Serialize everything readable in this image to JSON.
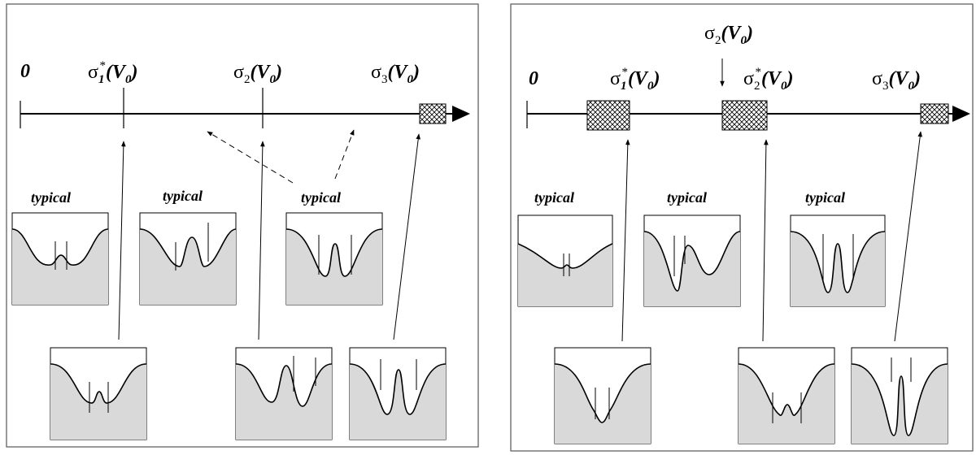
{
  "axis_labels": {
    "zero": "0",
    "sigma": "σ",
    "v0": "(V",
    "v0_sub": "0",
    "close": ")",
    "star": "*",
    "sub1": "1",
    "sub2": "2",
    "sub3": "3"
  },
  "typical_label": "typical"
}
